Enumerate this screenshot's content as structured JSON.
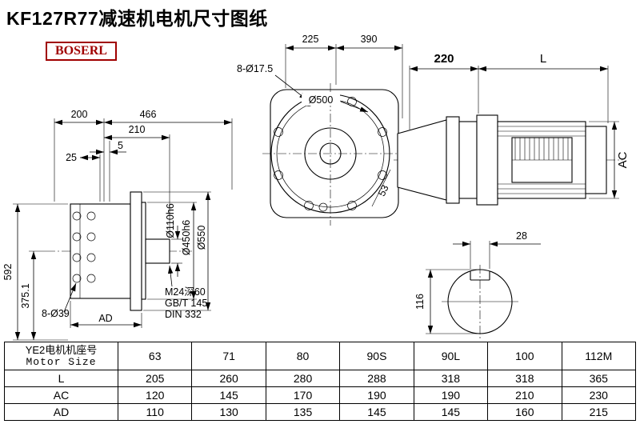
{
  "page": {
    "title": "KF127R77减速机电机尺寸图纸",
    "logo": "BOSERL"
  },
  "dims": {
    "d225": "225",
    "d390": "390",
    "bolt_front": "8-Ø17.5",
    "d500": "Ø500",
    "d53": "53",
    "d220": "220",
    "dL": "L",
    "dAC": "AC",
    "d200": "200",
    "d466": "466",
    "d210": "210",
    "d5": "5",
    "d25": "25",
    "d592": "592",
    "d375": "375.1",
    "bolt_side": "8-Ø39",
    "dAD": "AD",
    "d110": "Ø110h6",
    "d450": "Ø450h6",
    "d550": "Ø550",
    "tap1": "M24深60",
    "tap2": "GB/T 145",
    "tap3": "DIN 332",
    "d28": "28",
    "d116": "116"
  },
  "table": {
    "header": {
      "label_cn": "YE2电机机座号",
      "label_en": "Motor Size",
      "cols": [
        "63",
        "71",
        "80",
        "90S",
        "90L",
        "100",
        "112M"
      ]
    },
    "rows": [
      {
        "label": "L",
        "values": [
          "205",
          "260",
          "280",
          "288",
          "318",
          "318",
          "365"
        ]
      },
      {
        "label": "AC",
        "values": [
          "120",
          "145",
          "170",
          "190",
          "190",
          "210",
          "230"
        ]
      },
      {
        "label": "AD",
        "values": [
          "110",
          "130",
          "135",
          "145",
          "145",
          "160",
          "215"
        ]
      }
    ]
  }
}
